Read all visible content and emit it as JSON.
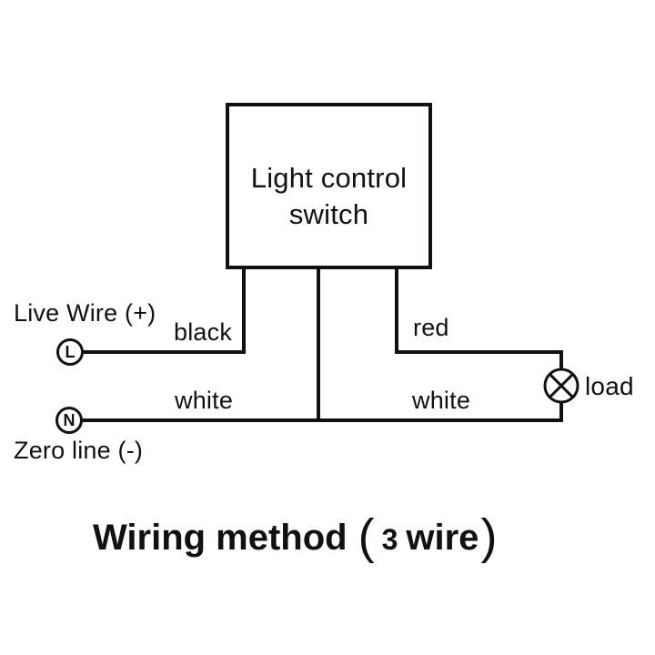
{
  "page": {
    "background": "#ffffff",
    "line_color": "#111111"
  },
  "switch_box": {
    "label_line1": "Light control",
    "label_line2": "switch"
  },
  "terminals": {
    "live": {
      "symbol": "L",
      "label": "Live Wire (+)"
    },
    "neutral": {
      "symbol": "N",
      "label": "Zero line (-)"
    }
  },
  "wires": {
    "black": "black",
    "red": "red",
    "white_left": "white",
    "white_right": "white"
  },
  "load": {
    "label": "load"
  },
  "title": {
    "text": "Wiring method",
    "paren_open": "(",
    "count": "3",
    "unit": "wire",
    "paren_close": ")"
  }
}
